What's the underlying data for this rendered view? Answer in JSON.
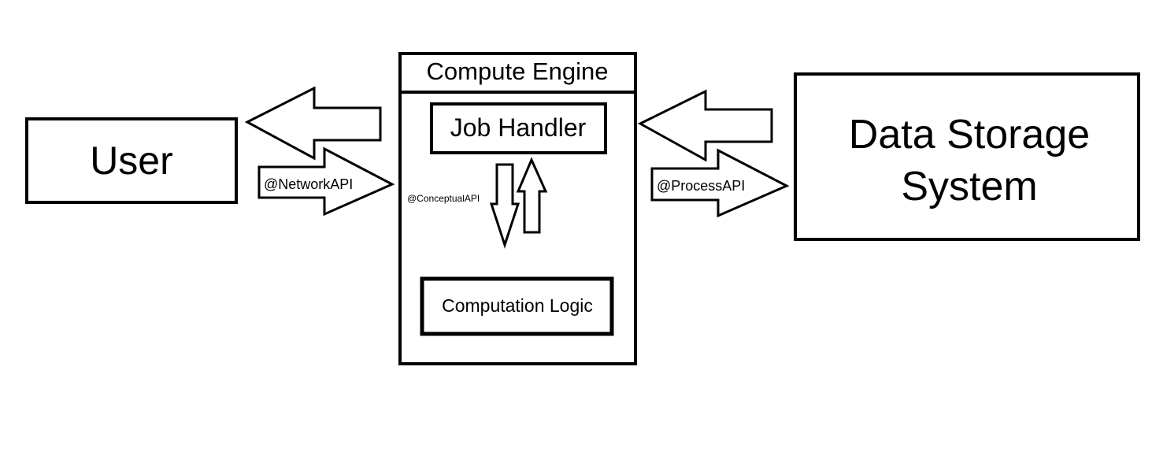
{
  "nodes": {
    "user": {
      "label": "User"
    },
    "compute_engine": {
      "title": "Compute Engine",
      "job_handler": {
        "label": "Job Handler"
      },
      "computation_logic": {
        "label": "Computation Logic"
      }
    },
    "data_storage": {
      "line1": "Data Storage",
      "line2": "System"
    }
  },
  "edges": {
    "network_api": {
      "label": "@NetworkAPI"
    },
    "conceptual_api": {
      "label": "@ConceptualAPI"
    },
    "process_api": {
      "label": "@ProcessAPI"
    }
  },
  "colors": {
    "stroke": "#000000",
    "fill": "#ffffff"
  }
}
